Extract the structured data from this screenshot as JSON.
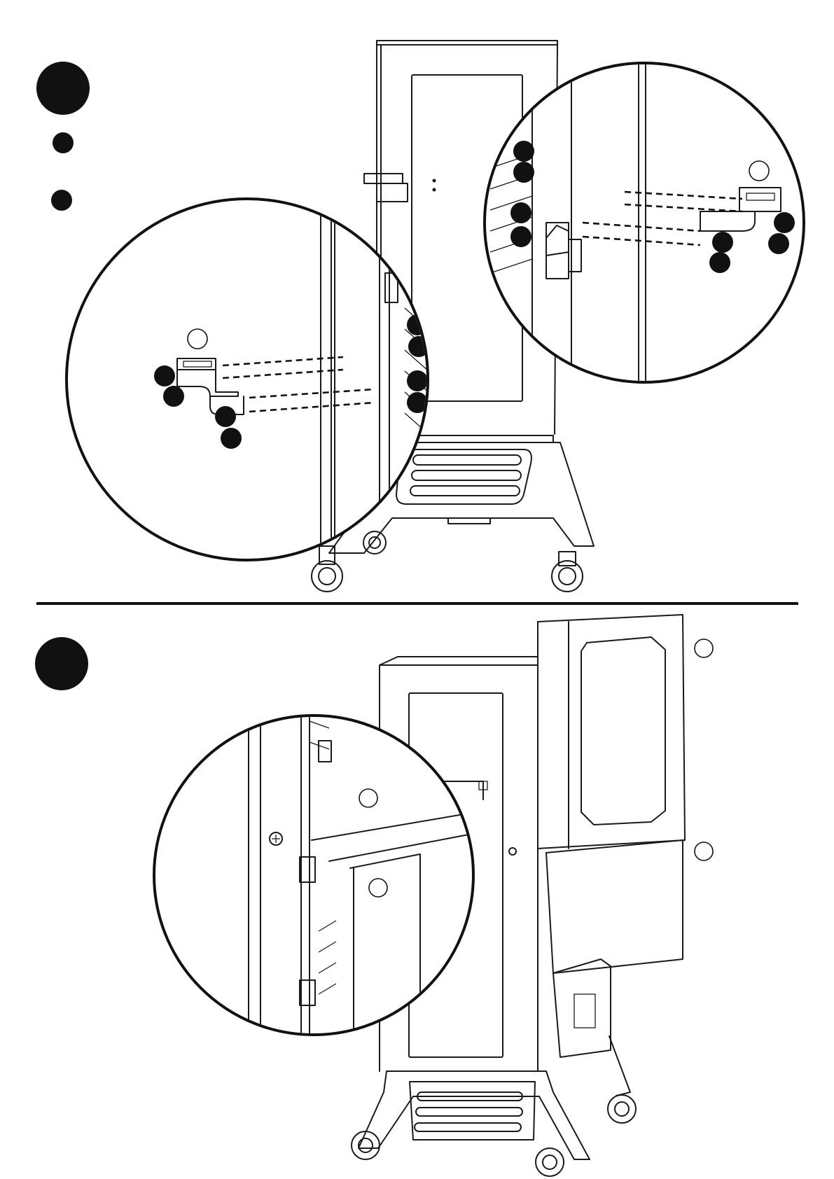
{
  "page": {
    "step_markers": [
      {
        "id": "step-a",
        "label": ""
      },
      {
        "id": "step-b",
        "label": ""
      }
    ],
    "part_callouts": [
      {
        "id": "part-1",
        "label": ""
      },
      {
        "id": "part-2",
        "label": ""
      }
    ]
  },
  "colors": {
    "ink": "#111111",
    "paper": "#ffffff"
  },
  "icons": [
    "step-marker-icon",
    "part-callout-icon",
    "screw-callout-icon",
    "part-ring-icon"
  ]
}
